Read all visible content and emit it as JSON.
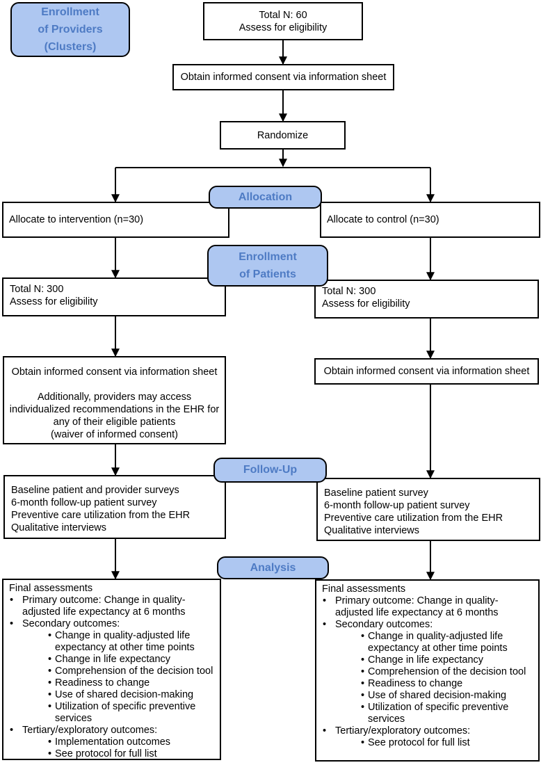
{
  "palette": {
    "stage_fill": "#AEC7F1",
    "stage_border": "#000000",
    "stage_text": "#4E7BC4",
    "box_border": "#000000",
    "arrow_color": "#000000"
  },
  "stages": {
    "providers": {
      "lines": [
        "Enrollment",
        "of Providers",
        "(Clusters)"
      ]
    },
    "allocation": {
      "label": "Allocation"
    },
    "patients": {
      "lines": [
        "Enrollment",
        "of Patients"
      ]
    },
    "followup": {
      "label": "Follow-Up"
    },
    "analysis": {
      "label": "Analysis"
    }
  },
  "top": {
    "eligibility": {
      "lines": [
        "Total N: 60",
        "Assess for eligibility"
      ]
    },
    "consent": {
      "text": "Obtain informed consent via information sheet"
    },
    "randomize": {
      "text": "Randomize"
    }
  },
  "intervention": {
    "allocate": {
      "text": "Allocate to intervention (n=30)"
    },
    "eligibility": {
      "lines": [
        "Total N: 300",
        "Assess for eligibility"
      ]
    },
    "consent": {
      "lines": [
        "Obtain informed consent via information sheet",
        "",
        "Additionally, providers may access",
        "individualized recommendations in the EHR for",
        "any of their eligible patients",
        "(waiver of informed consent)"
      ]
    },
    "followup": {
      "lines": [
        "Baseline patient and provider surveys",
        "6-month follow-up patient survey",
        "Preventive care utilization from the EHR",
        "Qualitative interviews"
      ]
    },
    "analysis": {
      "title": "Final assessments",
      "items": [
        {
          "level": 1,
          "text": "Primary outcome: Change in quality-adjusted life expectancy at 6 months"
        },
        {
          "level": 1,
          "text": "Secondary outcomes:"
        },
        {
          "level": 2,
          "text": "Change in quality-adjusted life expectancy at other time points"
        },
        {
          "level": 2,
          "text": "Change in life expectancy"
        },
        {
          "level": 2,
          "text": "Comprehension of the decision tool"
        },
        {
          "level": 2,
          "text": "Readiness to change"
        },
        {
          "level": 2,
          "text": "Use of shared decision-making"
        },
        {
          "level": 2,
          "text": "Utilization of specific preventive services"
        },
        {
          "level": 1,
          "text": "Tertiary/exploratory outcomes:"
        },
        {
          "level": 2,
          "text": "Implementation outcomes"
        },
        {
          "level": 2,
          "text": "See protocol for full list"
        }
      ]
    }
  },
  "control": {
    "allocate": {
      "text": "Allocate to control (n=30)"
    },
    "eligibility": {
      "lines": [
        "Total N: 300",
        "Assess for eligibility"
      ]
    },
    "consent": {
      "text": "Obtain informed consent via information sheet"
    },
    "followup": {
      "lines": [
        "Baseline patient survey",
        "6-month follow-up patient survey",
        "Preventive care utilization from the EHR",
        "Qualitative interviews"
      ]
    },
    "analysis": {
      "title": "Final assessments",
      "items": [
        {
          "level": 1,
          "text": "Primary outcome: Change in quality-adjusted life expectancy at 6 months"
        },
        {
          "level": 1,
          "text": "Secondary outcomes:"
        },
        {
          "level": 2,
          "text": "Change in quality-adjusted life expectancy at other time points"
        },
        {
          "level": 2,
          "text": "Change in life expectancy"
        },
        {
          "level": 2,
          "text": "Comprehension of the decision tool"
        },
        {
          "level": 2,
          "text": "Readiness to change"
        },
        {
          "level": 2,
          "text": "Use of shared decision-making"
        },
        {
          "level": 2,
          "text": "Utilization of specific preventive services"
        },
        {
          "level": 1,
          "text": "Tertiary/exploratory outcomes:"
        },
        {
          "level": 2,
          "text": "See protocol for full list"
        }
      ]
    }
  }
}
